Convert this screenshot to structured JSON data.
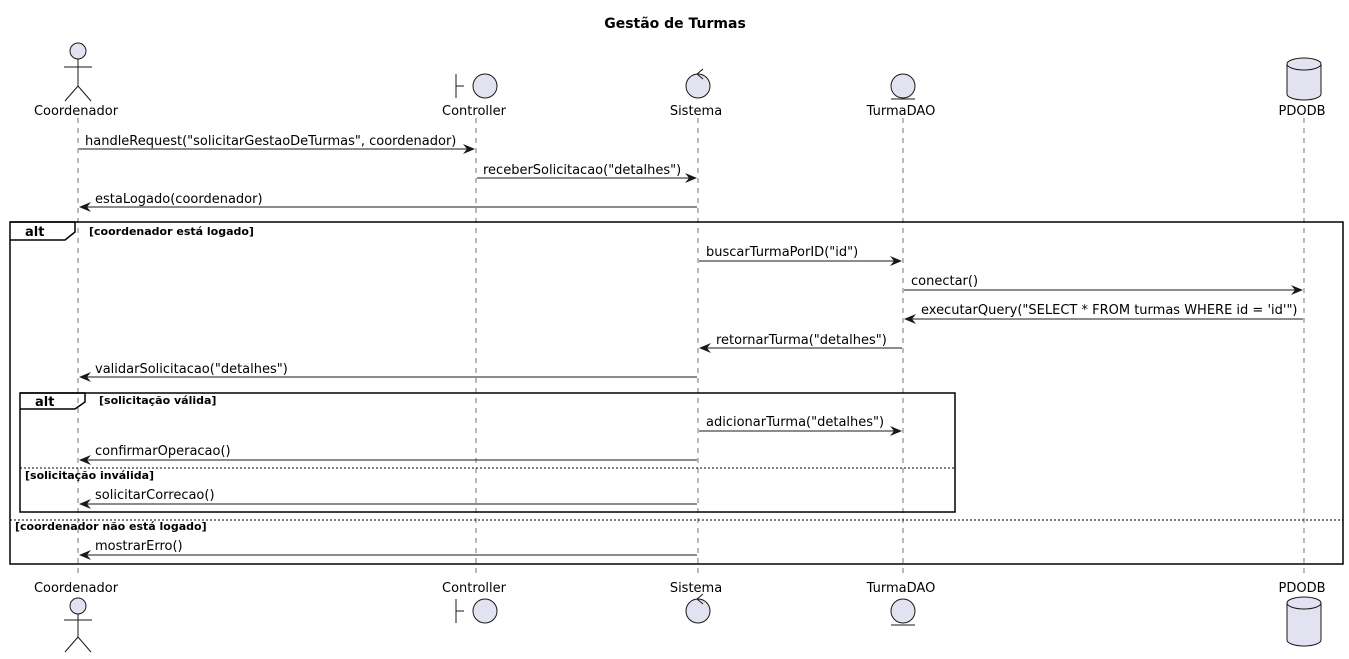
{
  "diagram": {
    "title": "Gestão de Turmas",
    "participants": [
      {
        "id": "coordenador",
        "name": "Coordenador",
        "kind": "actor"
      },
      {
        "id": "controller",
        "name": "Controller",
        "kind": "boundary"
      },
      {
        "id": "sistema",
        "name": "Sistema",
        "kind": "control"
      },
      {
        "id": "turmadao",
        "name": "TurmaDAO",
        "kind": "entity"
      },
      {
        "id": "pdodb",
        "name": "PDODB",
        "kind": "database"
      }
    ],
    "messages": [
      {
        "from": "coordenador",
        "to": "controller",
        "text": "handleRequest(\"solicitarGestaoDeTurmas\", coordenador)"
      },
      {
        "from": "controller",
        "to": "sistema",
        "text": "receberSolicitacao(\"detalhes\")"
      },
      {
        "from": "sistema",
        "to": "coordenador",
        "text": "estaLogado(coordenador)"
      },
      {
        "from": "sistema",
        "to": "turmadao",
        "text": "buscarTurmaPorID(\"id\")"
      },
      {
        "from": "turmadao",
        "to": "pdodb",
        "text": "conectar()"
      },
      {
        "from": "pdodb",
        "to": "turmadao",
        "text": "executarQuery(\"SELECT * FROM turmas WHERE id = 'id'\")"
      },
      {
        "from": "turmadao",
        "to": "sistema",
        "text": "retornarTurma(\"detalhes\")"
      },
      {
        "from": "sistema",
        "to": "coordenador",
        "text": "validarSolicitacao(\"detalhes\")"
      },
      {
        "from": "sistema",
        "to": "turmadao",
        "text": "adicionarTurma(\"detalhes\")"
      },
      {
        "from": "sistema",
        "to": "coordenador",
        "text": "confirmarOperacao()"
      },
      {
        "from": "sistema",
        "to": "coordenador",
        "text": "solicitarCorrecao()"
      },
      {
        "from": "sistema",
        "to": "coordenador",
        "text": "mostrarErro()"
      }
    ],
    "fragments": [
      {
        "operator": "alt",
        "guards": [
          "[coordenador está logado]",
          "[coordenador não está logado]"
        ]
      },
      {
        "operator": "alt",
        "guards": [
          "[solicitação válida]",
          "[solicitação inválida]"
        ]
      }
    ],
    "colors": {
      "participant_fill": "#e2e2f0",
      "stroke": "#181818"
    }
  }
}
